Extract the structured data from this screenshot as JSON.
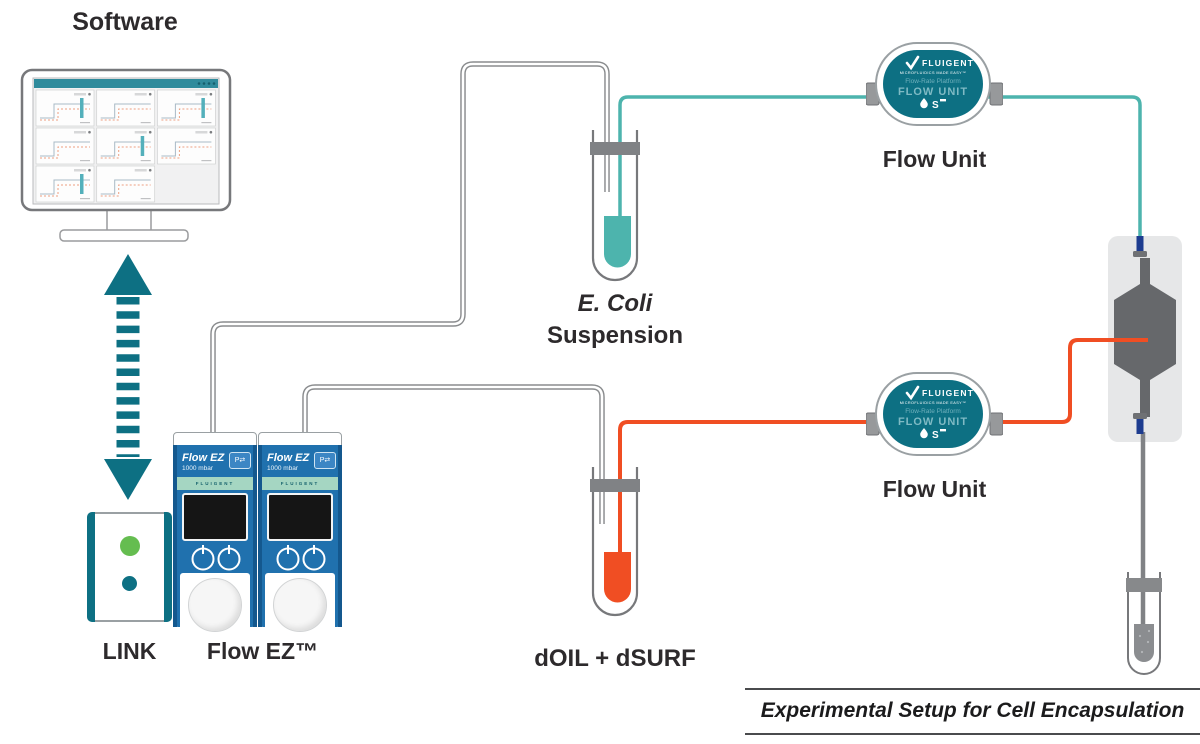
{
  "page": {
    "caption": "Experimental Setup for Cell Encapsulation"
  },
  "software": {
    "title": "Software"
  },
  "devices": {
    "link": {
      "label": "LINK"
    },
    "flow_ez": {
      "label": "Flow EZ™",
      "name": "Flow EZ",
      "range": "1000 mbar",
      "brand": "FLUIGENT",
      "badge": "P⇄"
    },
    "flow_unit": {
      "label": "Flow Unit",
      "brand": "FLUIGENT",
      "tagline": "MICROFLUIDICS MADE EASY™",
      "platform": "Flow-Rate Platform",
      "model": "FLOW UNIT",
      "size": "S"
    }
  },
  "reservoirs": {
    "ecoli": {
      "label_line1": "E. Coli",
      "label_line2": "Suspension"
    },
    "oil": {
      "label": "dOIL + dSURF"
    }
  },
  "colors": {
    "teal_dark": "#0d7083",
    "teal_light": "#4db4ad",
    "orange": "#f04e23",
    "green": "#65bd50",
    "blue": "#2071ae",
    "blue_dark": "#14588e",
    "band": "#a5d6c2",
    "navy": "#1d3c8f",
    "gray_line": "#8a8c8e",
    "glass": "#77787b",
    "cap_gray": "#808285",
    "chip_bg": "#e6e7e8",
    "chip_dark": "#66686b",
    "screen_header": "#2f8b9c"
  },
  "monitor": {
    "panels": [
      {
        "bar": true
      },
      {
        "bar": false
      },
      {
        "bar": true
      },
      {
        "bar": false
      },
      {
        "bar": true
      },
      {
        "bar": false
      },
      {
        "bar": true
      },
      {
        "bar": false
      },
      null
    ]
  }
}
